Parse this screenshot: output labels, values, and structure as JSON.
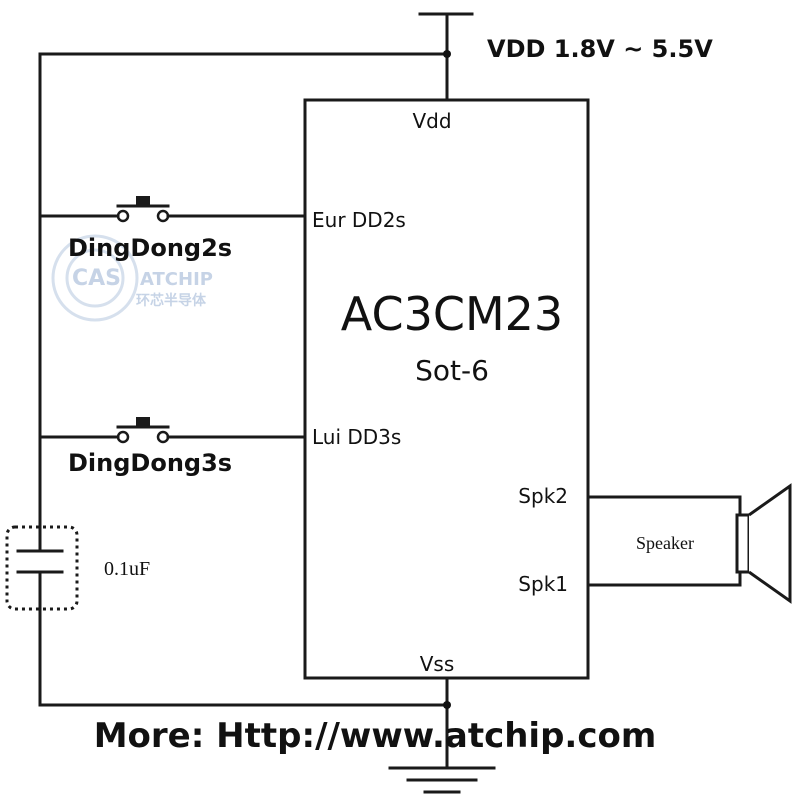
{
  "supply": {
    "label": "VDD  1.8V ~ 5.5V"
  },
  "chip": {
    "name": "AC3CM23",
    "package": "Sot-6",
    "pins": {
      "vdd": "Vdd",
      "vss": "Vss",
      "eur": "Eur DD2s",
      "lui": "Lui DD3s",
      "spk2": "Spk2",
      "spk1": "Spk1"
    }
  },
  "buttons": [
    {
      "label": "DingDong2s"
    },
    {
      "label": "DingDong3s"
    }
  ],
  "capacitor": {
    "label": "0.1uF"
  },
  "speaker": {
    "label": "Speaker"
  },
  "footer": {
    "text": "More: Http://www.atchip.com"
  },
  "watermark": {
    "line1": "ATCHIP",
    "line2": "环芯半导体",
    "ring": "CAS"
  }
}
